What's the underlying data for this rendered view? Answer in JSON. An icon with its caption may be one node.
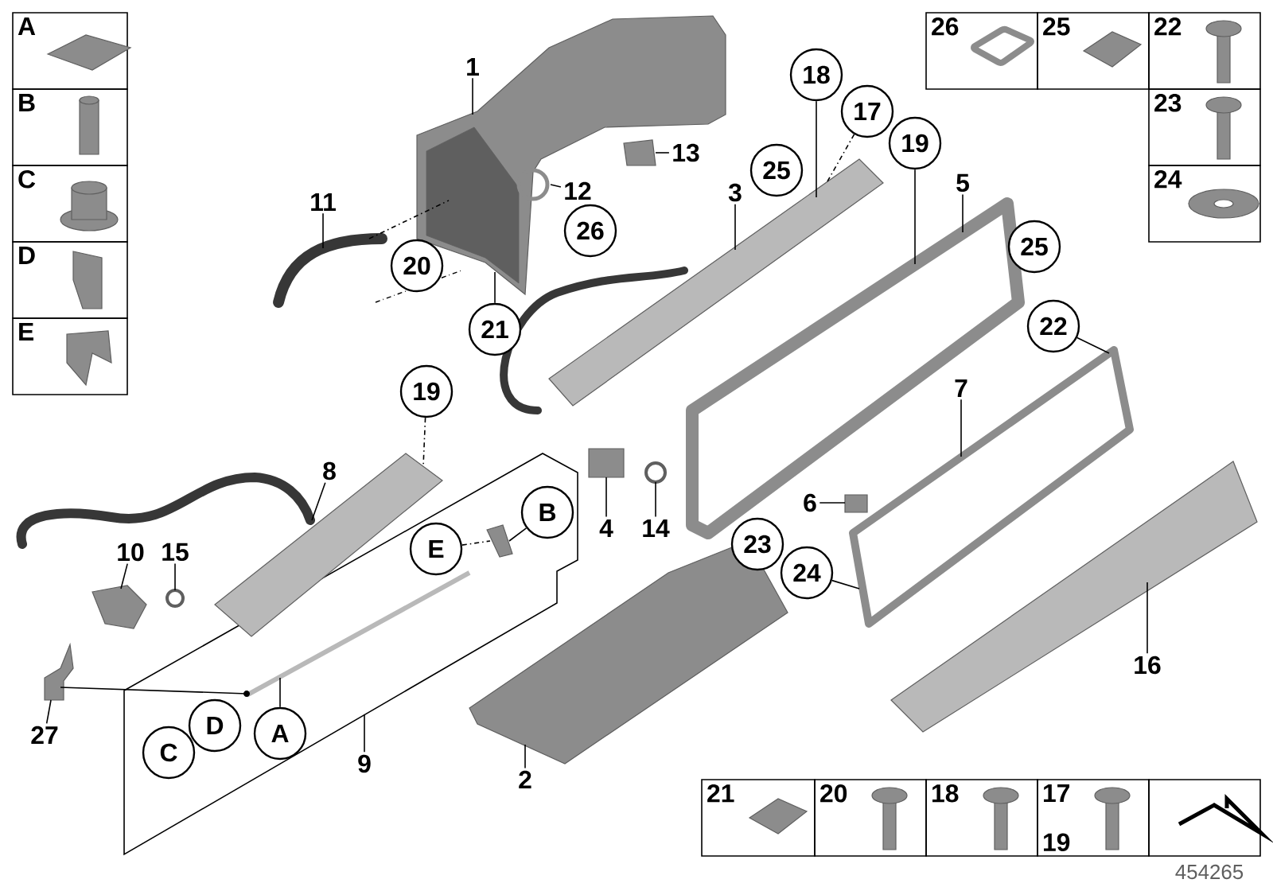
{
  "diagram": {
    "nodes": [
      {
        "text": [
          "A"
        ]
      },
      {
        "text": [
          "B"
        ]
      },
      {
        "text": [
          "C"
        ]
      },
      {
        "text": [
          "D"
        ]
      },
      {
        "text": [
          "E"
        ]
      },
      {
        "text": [
          "26"
        ]
      },
      {
        "text": [
          "25"
        ]
      },
      {
        "text": [
          "22"
        ]
      },
      {
        "text": [
          "23"
        ]
      },
      {
        "text": [
          "24"
        ]
      },
      {
        "text": [
          "1"
        ]
      },
      {
        "text": [
          "18"
        ]
      },
      {
        "text": [
          "17"
        ]
      },
      {
        "text": [
          "13"
        ]
      },
      {
        "text": [
          "25"
        ]
      },
      {
        "text": [
          "19"
        ]
      },
      {
        "text": [
          "11"
        ]
      },
      {
        "text": [
          "12"
        ]
      },
      {
        "text": [
          "3"
        ]
      },
      {
        "text": [
          "5"
        ]
      },
      {
        "text": [
          "26"
        ]
      },
      {
        "text": [
          "25"
        ]
      },
      {
        "text": [
          "20"
        ]
      },
      {
        "text": [
          "21"
        ]
      },
      {
        "text": [
          "22"
        ]
      },
      {
        "text": [
          "19"
        ]
      },
      {
        "text": [
          "7"
        ]
      },
      {
        "text": [
          "8"
        ]
      },
      {
        "text": [
          "6"
        ]
      },
      {
        "text": [
          "B"
        ],
        "in": 51
      },
      {
        "text": [
          "4"
        ]
      },
      {
        "text": [
          "14"
        ]
      },
      {
        "text": [
          "10"
        ]
      },
      {
        "text": [
          "15"
        ]
      },
      {
        "text": [
          "E"
        ],
        "in": 51
      },
      {
        "text": [
          "23"
        ]
      },
      {
        "text": [
          "24"
        ]
      },
      {
        "text": [
          "16"
        ]
      },
      {
        "text": [
          "27"
        ]
      },
      {
        "text": [
          "A"
        ],
        "in": 51
      },
      {
        "text": [
          "D"
        ],
        "in": 51
      },
      {
        "text": [
          "C"
        ],
        "in": 51
      },
      {
        "text": [
          "9"
        ]
      },
      {
        "text": [
          "2"
        ]
      },
      {
        "text": [
          "21"
        ]
      },
      {
        "text": [
          "20"
        ]
      },
      {
        "text": [
          "18"
        ]
      },
      {
        "text": [
          "17",
          "19"
        ]
      },
      {
        "text": [],
        "shape": "picture"
      },
      {
        "text": [],
        "shape": "picture"
      },
      {
        "text": [],
        "shape": "picture"
      },
      {
        "text": [],
        "shape": "box"
      },
      {
        "text": [],
        "shape": "circle"
      },
      {
        "text": [],
        "shape": "picture"
      },
      {
        "text": [],
        "shape": "picture",
        "in": 51
      },
      {
        "text": [],
        "shape": "picture"
      },
      {
        "text": [],
        "shape": "picture"
      },
      {
        "text": [],
        "shape": "picture"
      },
      {
        "text": [],
        "shape": "picture",
        "in": 51
      },
      {
        "text": [],
        "shape": "circle"
      },
      {
        "text": [],
        "shape": "picture"
      },
      {
        "text": [],
        "shape": "picture"
      },
      {
        "text": [],
        "shape": "picture"
      },
      {
        "text": [],
        "shape": "circle"
      },
      {
        "text": [],
        "shape": "picture"
      },
      {
        "text": [],
        "shape": "box"
      },
      {
        "text": [],
        "shape": "picture"
      },
      {
        "text": [],
        "shape": "picture"
      },
      {
        "text": [],
        "shape": "box"
      }
    ],
    "edges": [
      {
        "from": 10,
        "to": 56,
        "arrow": "none"
      },
      {
        "from": 11,
        "to": 60,
        "arrow": "none"
      },
      {
        "from": 12,
        "to": 60,
        "arrow": "none",
        "style": "dashed"
      },
      {
        "from": 13,
        "to": 62,
        "arrow": "none"
      },
      {
        "from": 15,
        "to": 64,
        "arrow": "none"
      },
      {
        "from": 16,
        "to": 55,
        "arrow": "none"
      },
      {
        "from": 17,
        "to": 59,
        "arrow": "none"
      },
      {
        "from": 18,
        "to": 60,
        "arrow": "none"
      },
      {
        "from": 19,
        "to": 64,
        "arrow": "none"
      },
      {
        "from": 23,
        "to": 56,
        "arrow": "none"
      },
      {
        "from": 24,
        "to": 66,
        "arrow": "none"
      },
      {
        "from": 25,
        "to": 53,
        "arrow": "none",
        "style": "dashed"
      },
      {
        "from": 26,
        "to": 66,
        "arrow": "none"
      },
      {
        "from": 27,
        "to": 48,
        "arrow": "none"
      },
      {
        "from": 28,
        "to": 65,
        "arrow": "none"
      },
      {
        "from": 29,
        "to": 58,
        "arrow": "none"
      },
      {
        "from": 30,
        "to": 61,
        "arrow": "none"
      },
      {
        "from": 31,
        "to": 63,
        "arrow": "none"
      },
      {
        "from": 32,
        "to": 50,
        "arrow": "none"
      },
      {
        "from": 33,
        "to": 52,
        "arrow": "none"
      },
      {
        "from": 34,
        "to": 58,
        "arrow": "none",
        "style": "dashed"
      },
      {
        "from": 36,
        "to": 66,
        "arrow": "none"
      },
      {
        "from": 37,
        "to": 67,
        "arrow": "none"
      },
      {
        "from": 38,
        "to": 49,
        "arrow": "none"
      },
      {
        "from": 39,
        "to": 54,
        "arrow": "none"
      },
      {
        "from": 42,
        "to": 51,
        "arrow": "none"
      },
      {
        "from": 43,
        "to": 57,
        "arrow": "none"
      },
      {
        "from": 49,
        "to": 54,
        "arrow": "none"
      },
      {
        "from": 55,
        "to": 56,
        "arrow": "none",
        "style": "dashed"
      }
    ],
    "labels": [
      "454265"
    ]
  }
}
